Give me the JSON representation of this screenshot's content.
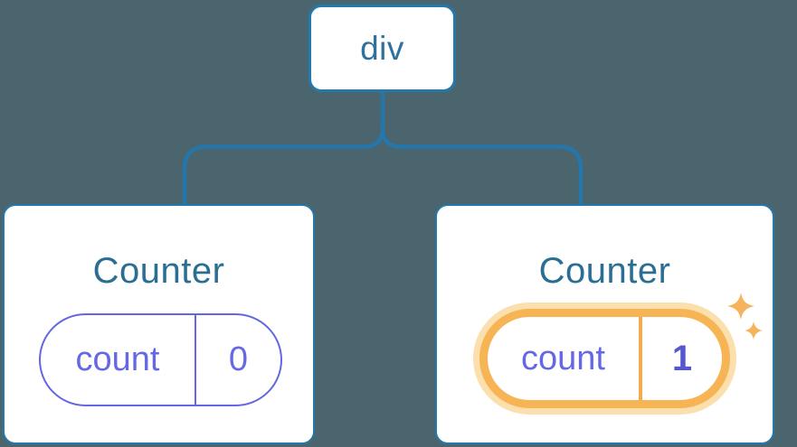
{
  "tree": {
    "root": {
      "label": "div"
    },
    "children": [
      {
        "title": "Counter",
        "state": [
          {
            "key": "count",
            "value": "0"
          }
        ],
        "highlighted": false
      },
      {
        "title": "Counter",
        "state": [
          {
            "key": "count",
            "value": "1"
          }
        ],
        "highlighted": true
      }
    ]
  },
  "icons": {
    "highlight_badge": "sparkles-icon"
  },
  "colors": {
    "background": "#4A656E",
    "node_fill": "#FFFFFF",
    "node_border": "#2478AC",
    "connector_line": "#2577AB",
    "root_label_text": "#2E719D",
    "counter_title_text": "#2B6E93",
    "state_pill_border": "#6467E2",
    "state_pill_text": "#6568E5",
    "highlighted_value_text": "#5457CE",
    "highlight_ring": "#F6B454",
    "highlight_glow": "#FBDFAC",
    "sparkle": "#F5B45C"
  }
}
